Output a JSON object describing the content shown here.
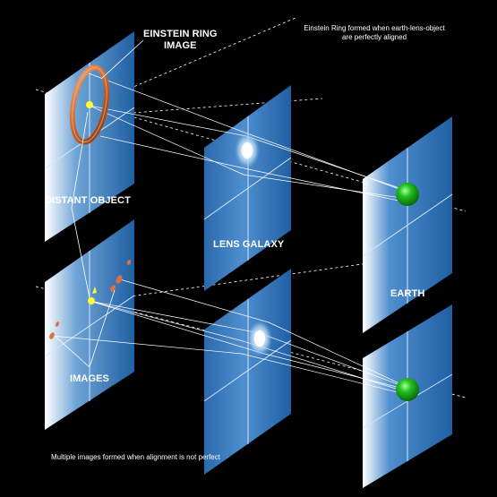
{
  "labels": {
    "einstein_ring_line1": "EINSTEIN RING",
    "einstein_ring_line2": "IMAGE",
    "distant_object": "DISTANT OBJECT",
    "lens_galaxy": "LENS GALAXY",
    "earth": "EARTH",
    "images": "IMAGES"
  },
  "captions": {
    "top_line1": "Einstein Ring formed when earth-lens-object",
    "top_line2": "are perfectly aligned",
    "bottom": "Multiple images formed when alignment is not perfect"
  },
  "colors": {
    "background": "#000000",
    "panel": "#1f63a6",
    "panel_grid": "#cfe0f0",
    "ring": "#c8632a",
    "earth": "#1fb41f",
    "object": "#ffff33",
    "image_blob": "#e07040"
  }
}
